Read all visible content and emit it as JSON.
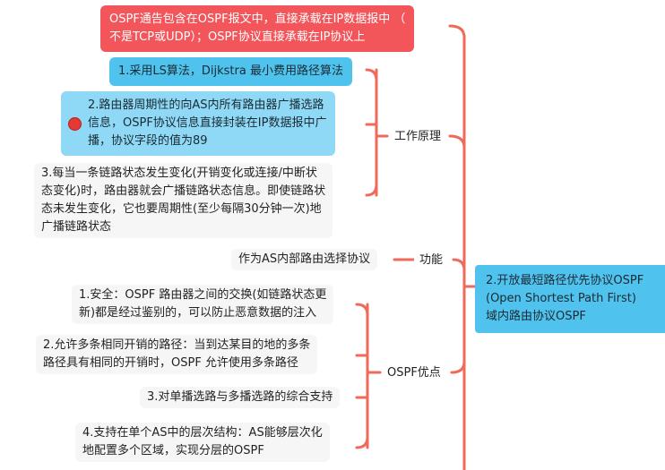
{
  "colors": {
    "connector": "#f06a5a",
    "red_node": "#f2555a",
    "blue_node": "#4fc3ee",
    "light_blue_node": "#8fd9f6",
    "flag": "#e53935"
  },
  "top_note": {
    "lines": [
      "OSPF通告包含在OSPF报文中，直接承载在IP数据报中 （",
      "不是TCP或UDP）；OSPF协议直接承载在IP协议上"
    ]
  },
  "root": {
    "lines": [
      "2.开放最短路径优先协议OSPF",
      "(Open Shortest Path First)",
      "域内路由协议OSPF"
    ]
  },
  "branches": {
    "principle": {
      "label": "工作原理",
      "items": [
        {
          "lines": [
            "1.采用LS算法，Dijkstra 最小费用路径算法"
          ]
        },
        {
          "flag_icon": "red-flag-icon",
          "lines": [
            "2.路由器周期性的向AS内所有路由器广播选路",
            "信息，OSPF协议信息直接封装在IP数据报中广",
            "播，协议字段的值为89"
          ]
        },
        {
          "lines": [
            "3.每当一条链路状态发生变化(开销变化或连接/中断状",
            "态变化)时，路由器就会广播链路状态信息。即使链路状",
            "态未发生变化，它也要周期性(至少每隔30分钟一次)地",
            "广播链路状态"
          ]
        }
      ]
    },
    "function": {
      "label": "功能",
      "items": [
        {
          "lines": [
            "作为AS内部路由选择协议"
          ]
        }
      ]
    },
    "advantages": {
      "label": "OSPF优点",
      "items": [
        {
          "lines": [
            "1.安全：OSPF 路由器之间的交换(如链路状态更",
            "新)都是经过鉴别的，可以防止恶意数据的注入"
          ]
        },
        {
          "lines": [
            "2.允许多条相同开销的路径：当到达某目的地的多条",
            "路径具有相同的开销时，OSPF 允许使用多条路径"
          ]
        },
        {
          "lines": [
            "3.对单播选路与多播选路的综合支持"
          ]
        },
        {
          "lines": [
            "4.支持在单个AS中的层次结构：AS能够层次化",
            "地配置多个区域，实现分层的OSPF"
          ]
        }
      ]
    }
  }
}
